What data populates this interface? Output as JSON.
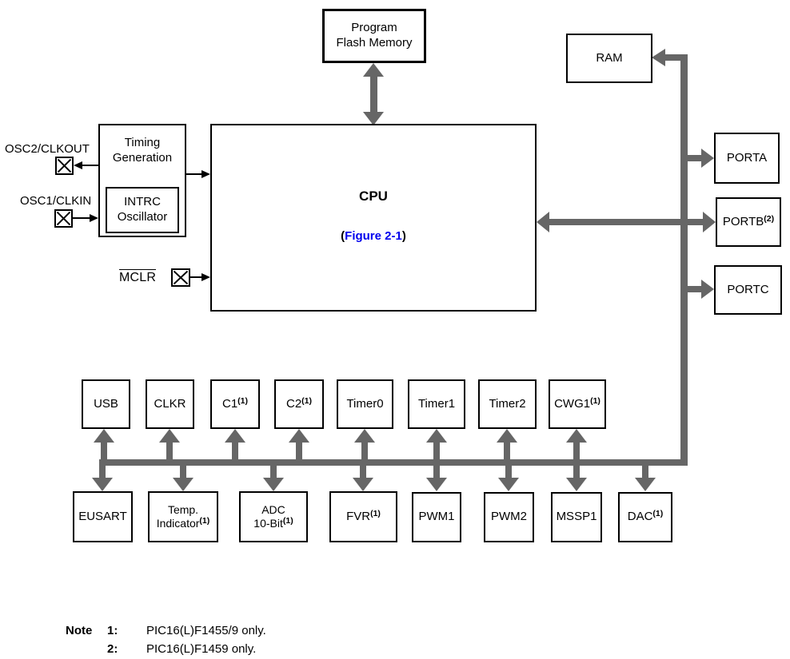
{
  "palette": {
    "bus_gray": "#666666",
    "line_black": "#000000",
    "link_blue": "#0000ee",
    "background": "#ffffff"
  },
  "blocks": {
    "program_flash": {
      "line1": "Program",
      "line2": "Flash Memory"
    },
    "ram": {
      "label": "RAM"
    },
    "timing_generation": {
      "line1": "Timing",
      "line2": "Generation"
    },
    "intrc_oscillator": {
      "line1": "INTRC",
      "line2": "Oscillator"
    },
    "cpu": {
      "label": "CPU",
      "figure_prefix": "(",
      "figure_link": "Figure 2-1",
      "figure_suffix": ")"
    },
    "ports": [
      {
        "base": "PORTA",
        "sup": ""
      },
      {
        "base": "PORTB",
        "sup": "(2)"
      },
      {
        "base": "PORTC",
        "sup": ""
      }
    ],
    "top_row": [
      {
        "base": "USB",
        "sup": ""
      },
      {
        "base": "CLKR",
        "sup": ""
      },
      {
        "base": "C1",
        "sup": "(1)"
      },
      {
        "base": "C2",
        "sup": "(1)"
      },
      {
        "base": "Timer0",
        "sup": ""
      },
      {
        "base": "Timer1",
        "sup": ""
      },
      {
        "base": "Timer2",
        "sup": ""
      },
      {
        "base": "CWG1",
        "sup": "(1)"
      }
    ],
    "bottom_row": [
      {
        "line1": "EUSART",
        "line2": "",
        "sup": ""
      },
      {
        "line1": "Temp.",
        "line2": "Indicator",
        "sup": "(1)"
      },
      {
        "line1": "ADC",
        "line2": "10-Bit",
        "sup": "(1)"
      },
      {
        "line1": "FVR",
        "line2": "",
        "sup": "(1)"
      },
      {
        "line1": "PWM1",
        "line2": "",
        "sup": ""
      },
      {
        "line1": "PWM2",
        "line2": "",
        "sup": ""
      },
      {
        "line1": "MSSP1",
        "line2": "",
        "sup": ""
      },
      {
        "line1": "DAC",
        "line2": "",
        "sup": "(1)"
      }
    ]
  },
  "pins": {
    "osc2": {
      "label": "OSC2/CLKOUT"
    },
    "osc1": {
      "label": "OSC1/CLKIN"
    },
    "mclr": {
      "label": "MCLR"
    }
  },
  "note": {
    "label": "Note",
    "items": [
      {
        "num": "1:",
        "text": "PIC16(L)F1455/9 only."
      },
      {
        "num": "2:",
        "text": "PIC16(L)F1459 only."
      }
    ]
  }
}
